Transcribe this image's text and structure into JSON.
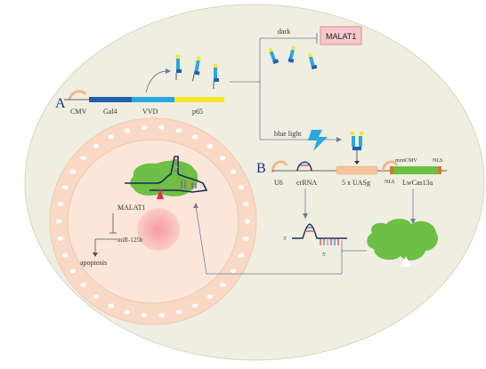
{
  "panel_a": {
    "letter": "A",
    "promoter": "CMV",
    "segments": [
      "Gal4",
      "VVD",
      "p65"
    ]
  },
  "conditions": {
    "dark": "dark",
    "blue_light": "blue light"
  },
  "target": "MALAT1",
  "panel_b": {
    "letter": "B",
    "u6": "U6",
    "crrna": "crRNA",
    "uasg": "5 x UASg",
    "minicmv": "miniCMV",
    "nls_left": "NLS",
    "nls_right": "NLS",
    "cas": "LwCas13a"
  },
  "cell": {
    "malat1": "MALAT1",
    "mir": "miR-125b",
    "apoptosis": "apoptosis"
  },
  "rna_ends": {
    "three_prime": "3'",
    "five_prime": "5'"
  },
  "colors": {
    "background_ellipse": "#efeee0",
    "cell_outer": "#f9d9c6",
    "nucleus": "#fbe6d9",
    "cas_green": "#6dbf45",
    "gal4": "#1f5fb0",
    "vvd": "#29a8e0",
    "p65": "#f5e62a"
  }
}
